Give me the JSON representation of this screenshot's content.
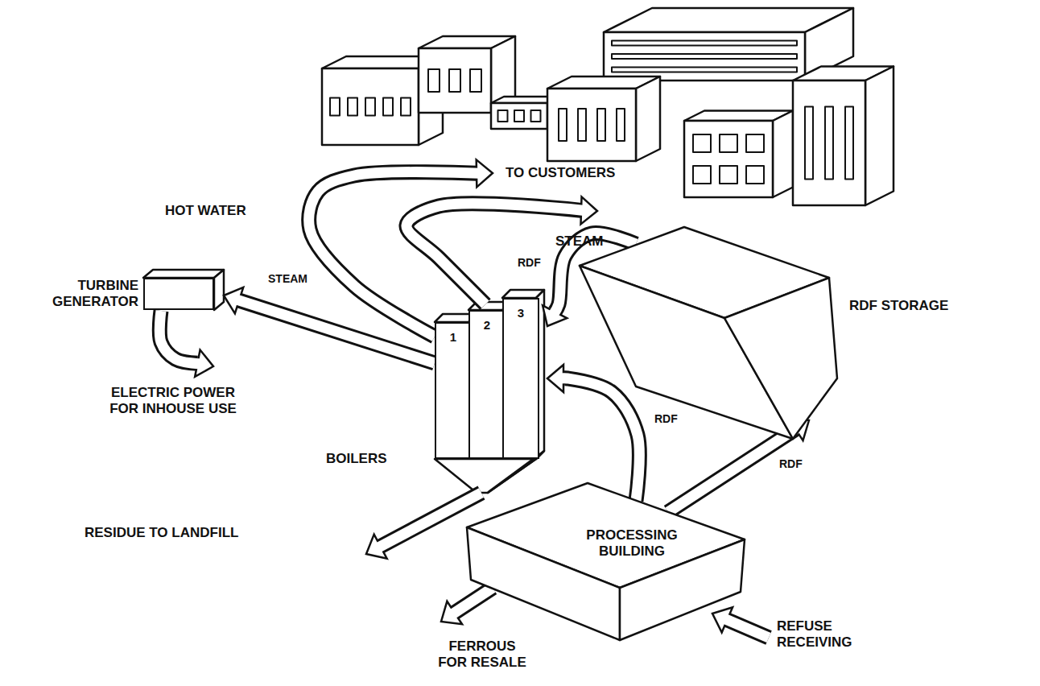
{
  "diagram": {
    "nodes": [
      {
        "text": [
          "TURBINE GENERATOR"
        ]
      },
      {
        "text": [
          "1"
        ]
      },
      {
        "text": [
          "2"
        ]
      },
      {
        "text": [
          "3"
        ]
      },
      {
        "text": [
          "RDF STORAGE"
        ]
      },
      {
        "text": [
          "PROCESSING BUILDING"
        ]
      }
    ],
    "edges": [
      {
        "from": 1,
        "to": 0,
        "arrow": "to",
        "label": "STEAM"
      },
      {
        "from": 5,
        "to": 3,
        "arrow": "to",
        "label": "RDF"
      },
      {
        "from": 5,
        "to": 4,
        "arrow": "to",
        "label": "RDF"
      },
      {
        "from": 4,
        "to": 3,
        "arrow": "to",
        "label": "RDF"
      }
    ],
    "labels": [
      "HOT WATER",
      "TO CUSTOMERS",
      "STEAM",
      "ELECTRIC POWER FOR INHOUSE USE",
      "BOILERS",
      "RESIDUE TO LANDFILL",
      "FERROUS FOR RESALE",
      "REFUSE RECEIVING"
    ]
  }
}
